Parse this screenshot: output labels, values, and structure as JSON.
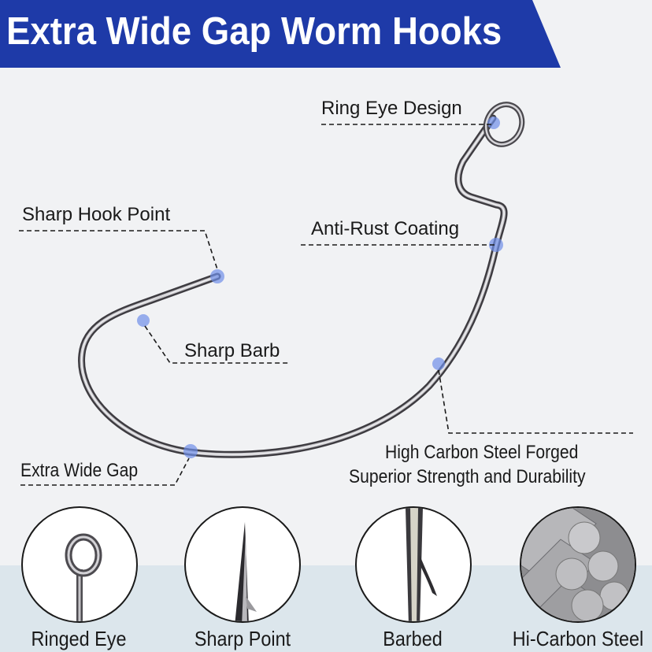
{
  "banner": {
    "title": "Extra Wide Gap Worm Hooks",
    "color": "#1e3aa8"
  },
  "callouts": [
    {
      "id": "ring-eye",
      "label": "Ring Eye Design"
    },
    {
      "id": "anti-rust",
      "label": "Anti-Rust Coating"
    },
    {
      "id": "hook-point",
      "label": "Sharp Hook Point"
    },
    {
      "id": "barb",
      "label": "Sharp Barb"
    },
    {
      "id": "steel-line1",
      "label": "High Carbon Steel Forged"
    },
    {
      "id": "steel-line2",
      "label": "Superior Strength and Durability"
    },
    {
      "id": "wide-gap",
      "label": "Extra Wide Gap"
    }
  ],
  "marker_color": "#6f8ee8",
  "features": [
    {
      "icon": "ringed-eye-icon",
      "label": "Ringed Eye"
    },
    {
      "icon": "sharp-point-icon",
      "label": "Sharp Point"
    },
    {
      "icon": "barbed-icon",
      "label": "Barbed"
    },
    {
      "icon": "steel-rods-icon",
      "label": "Hi-Carbon Steel"
    }
  ]
}
